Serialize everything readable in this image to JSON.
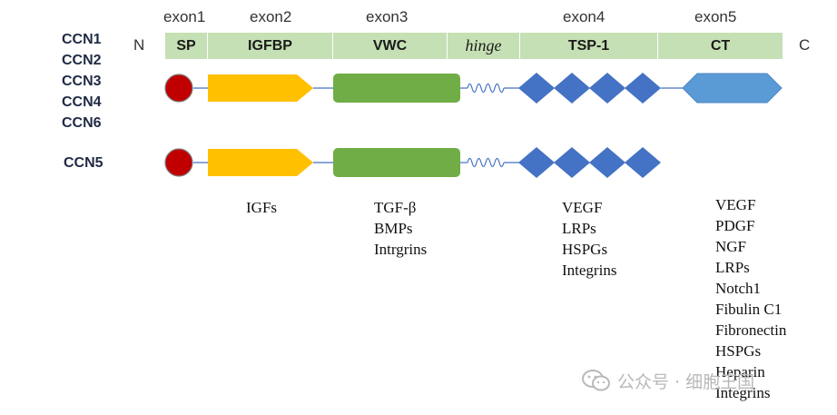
{
  "exons": [
    "exon1",
    "exon2",
    "exon3",
    "exon4",
    "exon5"
  ],
  "termini": {
    "n": "N",
    "c": "C"
  },
  "domains": [
    {
      "key": "sp",
      "label": "SP"
    },
    {
      "key": "igfbp",
      "label": "IGFBP"
    },
    {
      "key": "vwc",
      "label": "VWC"
    },
    {
      "key": "hinge",
      "label": "hinge"
    },
    {
      "key": "tsp1",
      "label": "TSP-1"
    },
    {
      "key": "ct",
      "label": "CT"
    }
  ],
  "family_groups": [
    {
      "members": [
        "CCN1",
        "CCN2",
        "CCN3",
        "CCN4",
        "CCN6"
      ],
      "has_ct": true
    },
    {
      "members": [
        "CCN5"
      ],
      "has_ct": false
    }
  ],
  "binding_partners": {
    "igfbp": [
      "IGFs"
    ],
    "vwc": [
      "TGF-β",
      "BMPs",
      "Intrgrins"
    ],
    "tsp1": [
      "VEGF",
      "LRPs",
      "HSPGs",
      "Integrins"
    ],
    "ct": [
      "VEGF",
      "PDGF",
      "NGF",
      "LRPs",
      "Notch1",
      "Fibulin C1",
      "Fibronectin",
      "HSPGs",
      "Heparin",
      "Integrins"
    ]
  },
  "colors": {
    "band": "#c5e0b4",
    "sp": "#c00000",
    "igfbp": "#ffc000",
    "vwc": "#70ad47",
    "tsp1": "#4472c4",
    "ct": "#5b9bd5",
    "linker": "#4472c4"
  },
  "watermark": {
    "icon": "wechat-icon",
    "text": "公众号 · 细胞王国"
  }
}
